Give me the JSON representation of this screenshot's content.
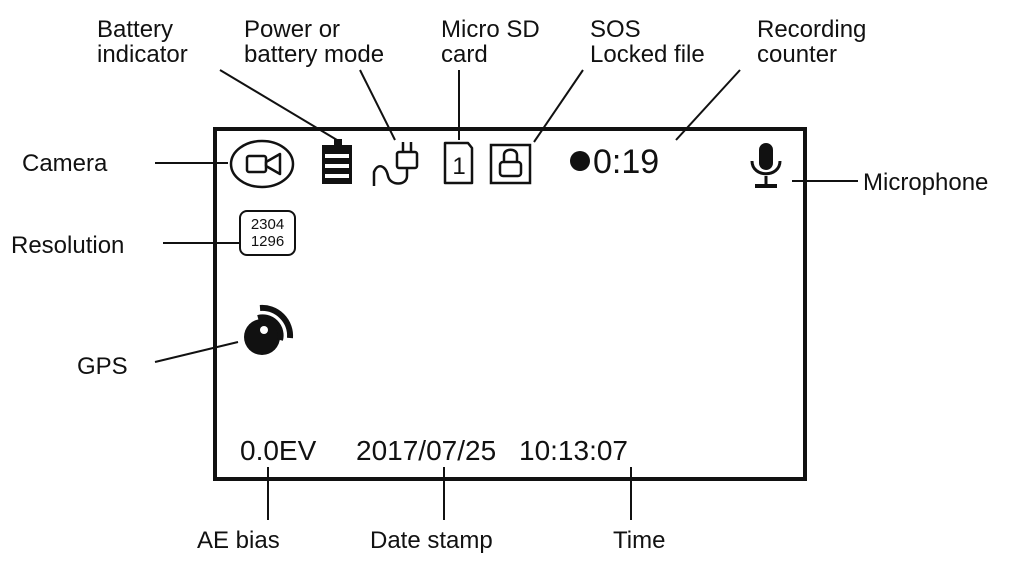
{
  "callouts": {
    "battery_indicator": [
      "Battery",
      "indicator"
    ],
    "power_mode": [
      "Power or",
      "battery mode"
    ],
    "micro_sd": [
      "Micro SD",
      "card"
    ],
    "sos_locked": [
      "SOS",
      "Locked file"
    ],
    "recording_counter": [
      "Recording",
      "counter"
    ],
    "camera": "Camera",
    "microphone": "Microphone",
    "resolution": "Resolution",
    "gps": "GPS",
    "ae_bias": "AE bias",
    "date_stamp": "Date stamp",
    "time": "Time"
  },
  "screen": {
    "resolution_top": "2304",
    "resolution_bottom": "1296",
    "sd_slot_number": "1",
    "record_time": "0:19",
    "ev": "0.0EV",
    "date": "2017/07/25",
    "time": "10:13:07"
  },
  "icons": {
    "camera": "video-camera-icon",
    "battery": "battery-icon",
    "power": "power-plug-icon",
    "sd_card": "sd-card-icon",
    "lock": "lock-icon",
    "recording": "recording-dot-icon",
    "microphone": "microphone-icon",
    "gps": "gps-satellite-icon"
  },
  "colors": {
    "ink": "#111111",
    "background": "#ffffff"
  }
}
